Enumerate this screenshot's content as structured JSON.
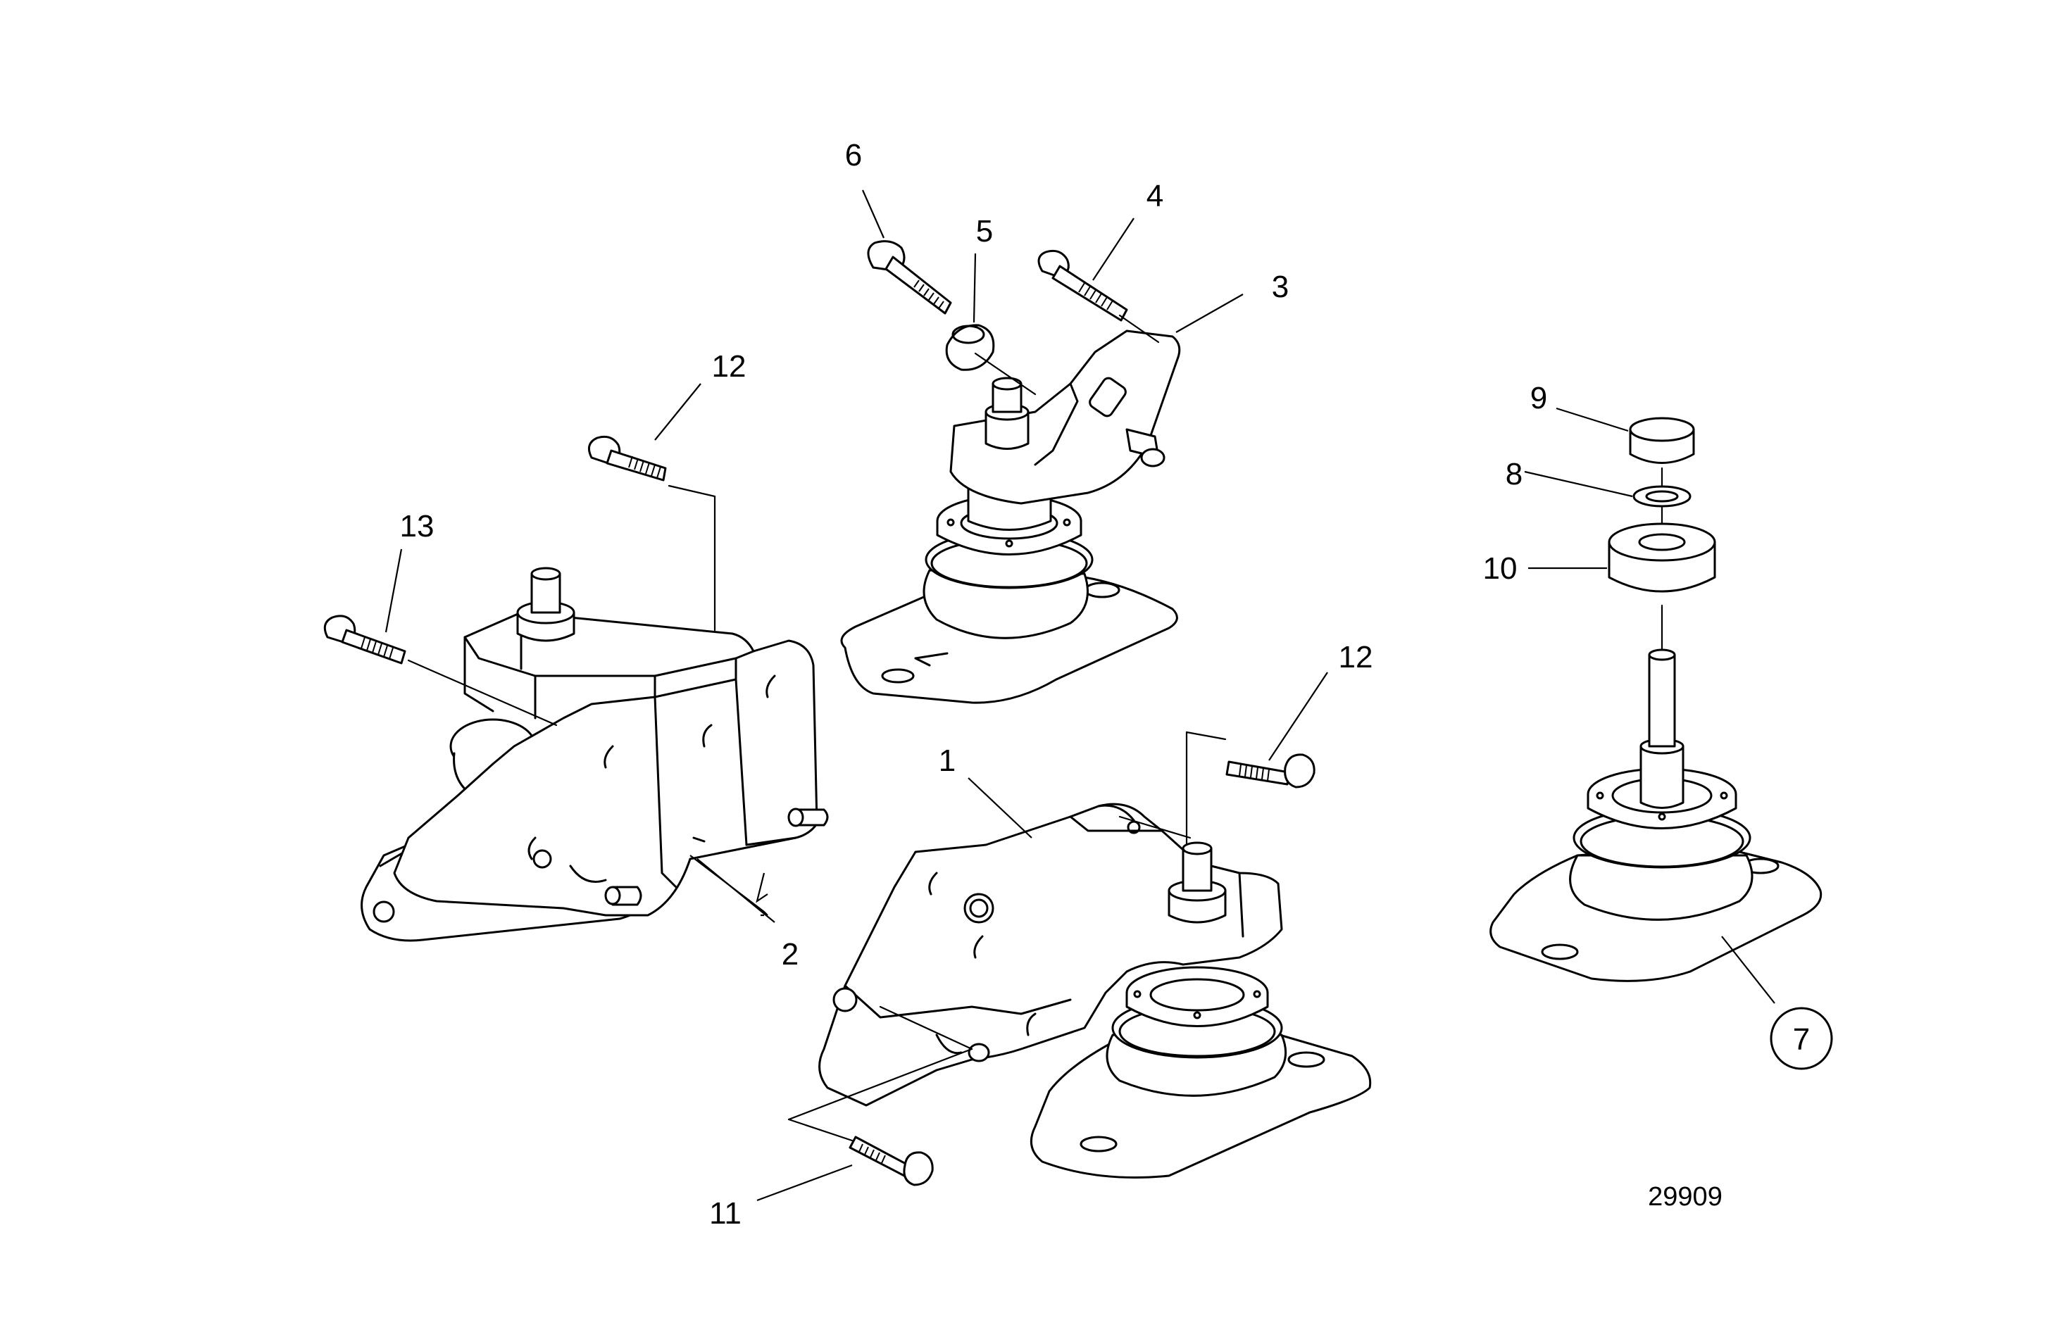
{
  "callouts": {
    "c1": "1",
    "c2": "2",
    "c3": "3",
    "c4": "4",
    "c5": "5",
    "c6": "6",
    "c7": "7",
    "c8": "8",
    "c9": "9",
    "c10": "10",
    "c11": "11",
    "c12a": "12",
    "c12b": "12",
    "c13": "13"
  },
  "figure_number": "29909",
  "colors": {
    "line": "#000000",
    "background": "#ffffff"
  }
}
